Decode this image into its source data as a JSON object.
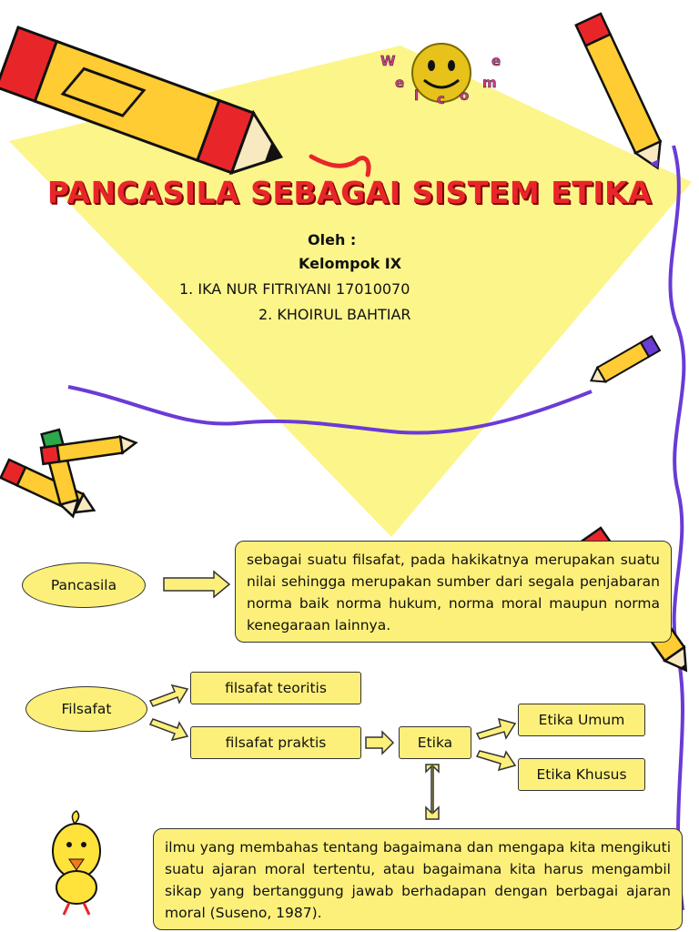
{
  "title": "PANCASILA SEBAGAI SISTEM ETIKA",
  "welcome_letters": [
    "W",
    "e",
    "l",
    "c",
    "o",
    "m",
    "e"
  ],
  "credits": {
    "oleh": "Oleh :",
    "kelompok": "Kelompok IX",
    "member1": "1.  IKA NUR FITRIYANI 17010070",
    "member2": "2.  KHOIRUL BAHTIAR"
  },
  "diagram": {
    "pancasila": "Pancasila",
    "pancasila_def": "sebagai suatu filsafat, pada hakikatnya merupakan suatu nilai sehingga merupakan sumber dari segala penjabaran norma baik norma hukum, norma moral maupun norma kenegaraan lainnya.",
    "filsafat": "Filsafat",
    "teoritis": "filsafat teoritis",
    "praktis": "filsafat praktis",
    "etika": "Etika",
    "etika_umum": "Etika Umum",
    "etika_khusus": "Etika Khusus",
    "etika_def": "ilmu yang membahas tentang bagaimana dan mengapa kita mengikuti suatu ajaran moral tertentu, atau bagaimana kita harus mengambil sikap yang bertanggung jawab berhadapan dengan berbagai ajaran moral (Suseno, 1987)."
  },
  "colors": {
    "box_fill": "#fdf07a",
    "title_red": "#e8262a",
    "diamond": "#fcf58a",
    "wave": "#6a3bd6"
  }
}
